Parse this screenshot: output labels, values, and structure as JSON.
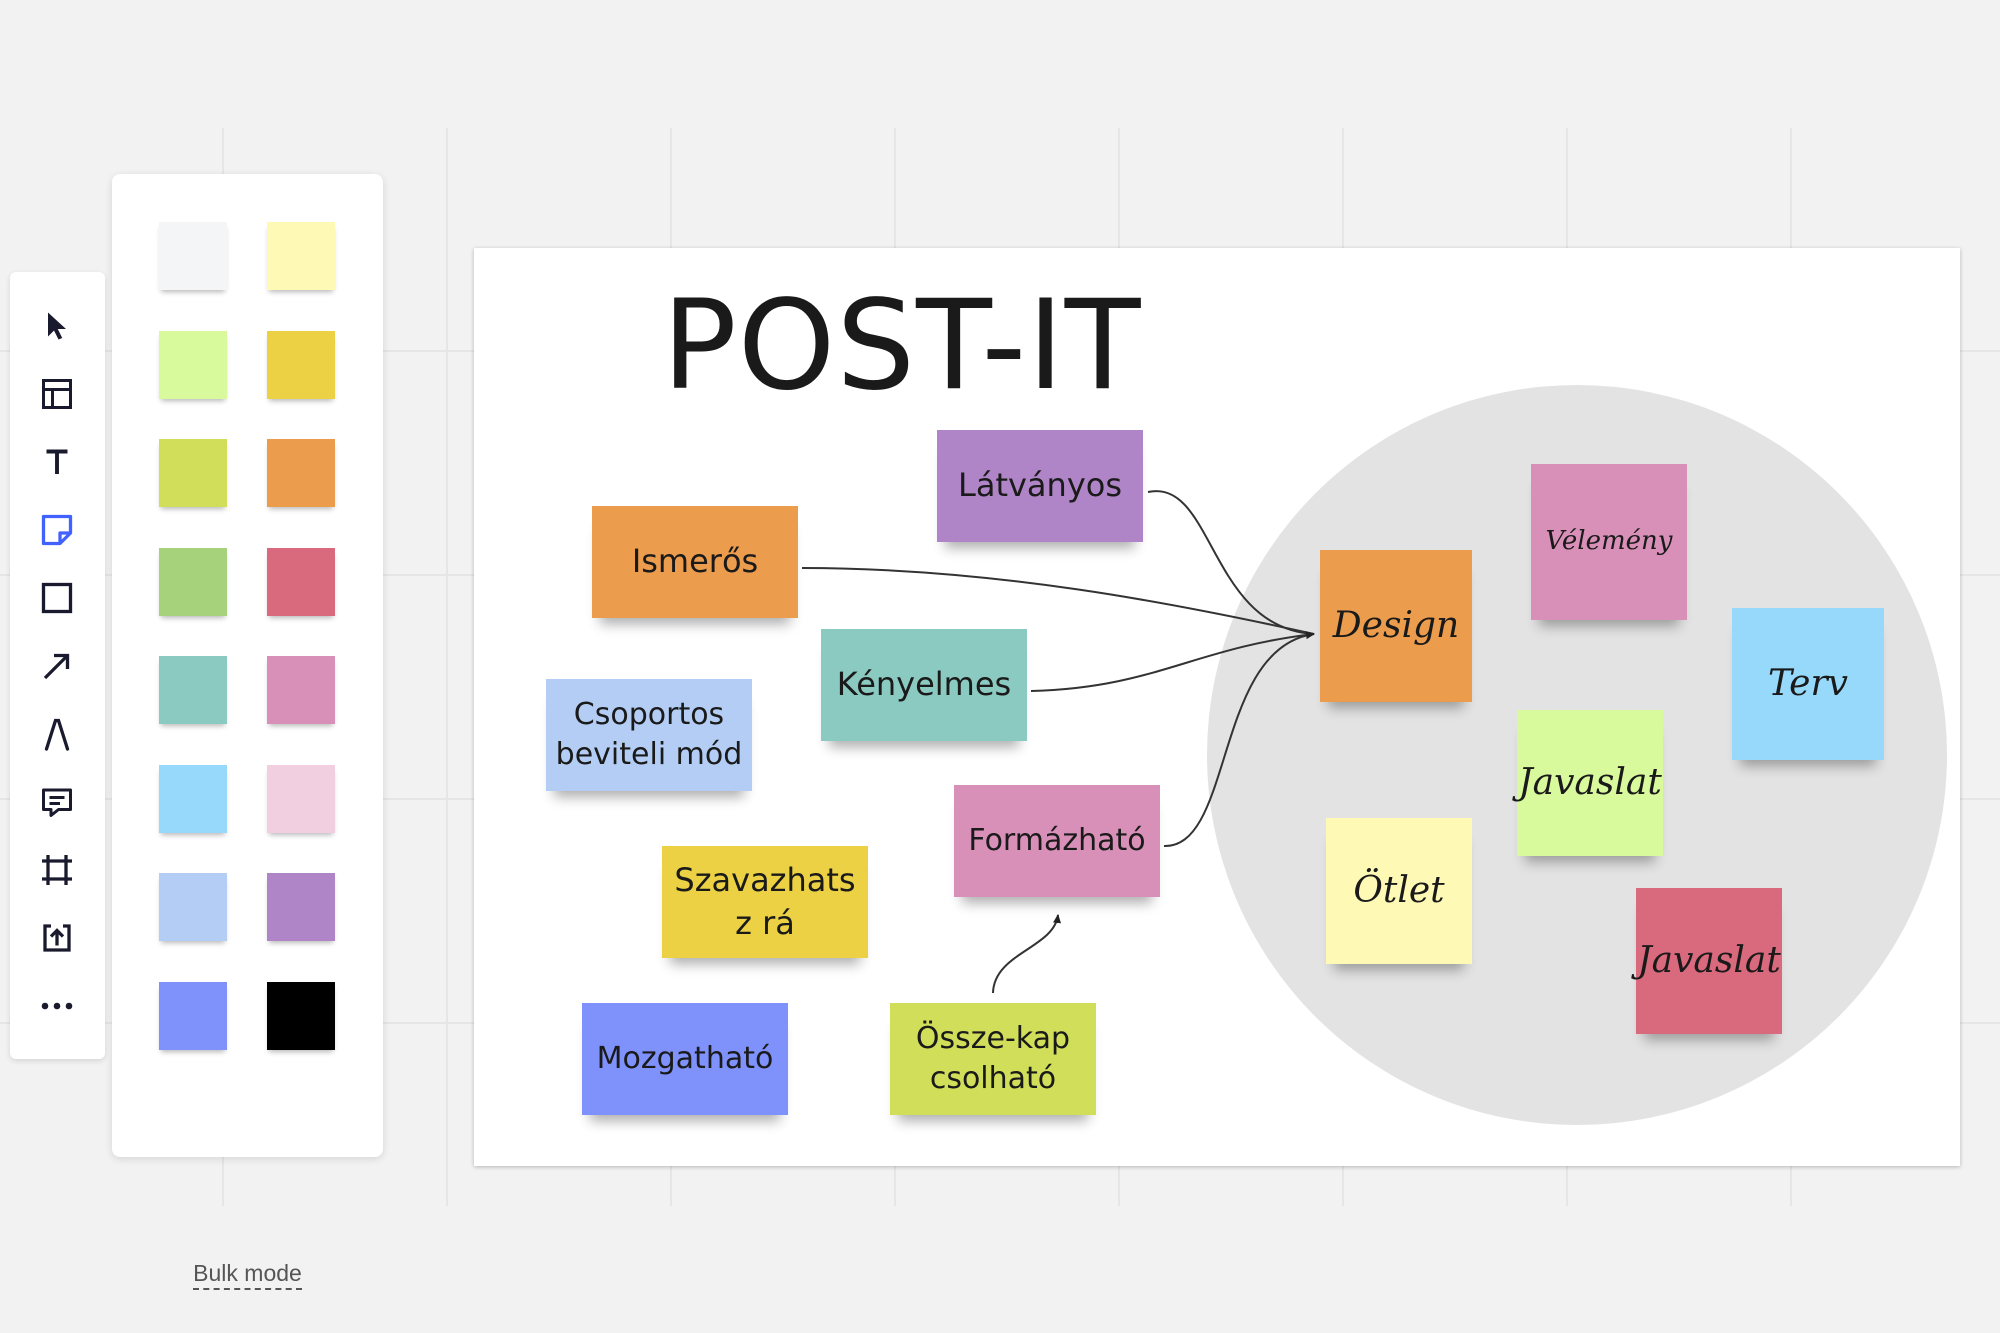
{
  "toolbar": {
    "tools": [
      {
        "name": "select-tool",
        "icon": "cursor-icon"
      },
      {
        "name": "templates-tool",
        "icon": "layout-icon"
      },
      {
        "name": "text-tool",
        "icon": "text-icon"
      },
      {
        "name": "sticky-note-tool",
        "icon": "sticky-note-icon",
        "active": true
      },
      {
        "name": "shape-tool",
        "icon": "square-icon"
      },
      {
        "name": "connection-line-tool",
        "icon": "arrow-icon"
      },
      {
        "name": "pen-tool",
        "icon": "pen-icon"
      },
      {
        "name": "comment-tool",
        "icon": "comment-icon"
      },
      {
        "name": "frame-tool",
        "icon": "frame-icon"
      },
      {
        "name": "upload-tool",
        "icon": "upload-icon"
      },
      {
        "name": "more-tools",
        "icon": "more-icon"
      }
    ],
    "accent": "#4262ff"
  },
  "palette": {
    "colors": [
      "#f4f5f7",
      "#fef9b5",
      "#d9f99d",
      "#ebd143",
      "#d1de5a",
      "#eb9c4d",
      "#a6d27c",
      "#d9697c",
      "#8bcac1",
      "#d890b8",
      "#96d9fa",
      "#f2cfe0",
      "#b3cdf4",
      "#b085c7",
      "#7f92fb",
      "#000000"
    ],
    "bulk_mode_label": "Bulk mode"
  },
  "frame": {
    "title": "POST-IT",
    "circle_color": "#e3e3e3",
    "notes": [
      {
        "id": "latvanyos",
        "text": "Látványos",
        "color": "#b085c7"
      },
      {
        "id": "ismeros",
        "text": "Ismerős",
        "color": "#eb9c4d"
      },
      {
        "id": "kenyelmes",
        "text": "Kényelmes",
        "color": "#8bcac1"
      },
      {
        "id": "csoportos",
        "text": "Csoportos beviteli mód",
        "color": "#b3cdf4"
      },
      {
        "id": "formazhato",
        "text": "Formázható",
        "color": "#d890b8"
      },
      {
        "id": "szavazhatsz",
        "text": "Szavazhatsz rá",
        "color": "#ebd143"
      },
      {
        "id": "mozgathato",
        "text": "Mozgatható",
        "color": "#7f92fb"
      },
      {
        "id": "ossze",
        "text": "Össze-kapcsolható",
        "color": "#d1de5a"
      },
      {
        "id": "design",
        "text": "Design",
        "color": "#eb9c4d"
      },
      {
        "id": "velemeny",
        "text": "Vélemény",
        "color": "#d890b8"
      },
      {
        "id": "terv",
        "text": "Terv",
        "color": "#96d9fa"
      },
      {
        "id": "javaslat1",
        "text": "Javaslat",
        "color": "#d9f99d"
      },
      {
        "id": "otlet",
        "text": "Ötlet",
        "color": "#fef9b5"
      },
      {
        "id": "javaslat2",
        "text": "Javaslat",
        "color": "#d9697c"
      }
    ]
  }
}
